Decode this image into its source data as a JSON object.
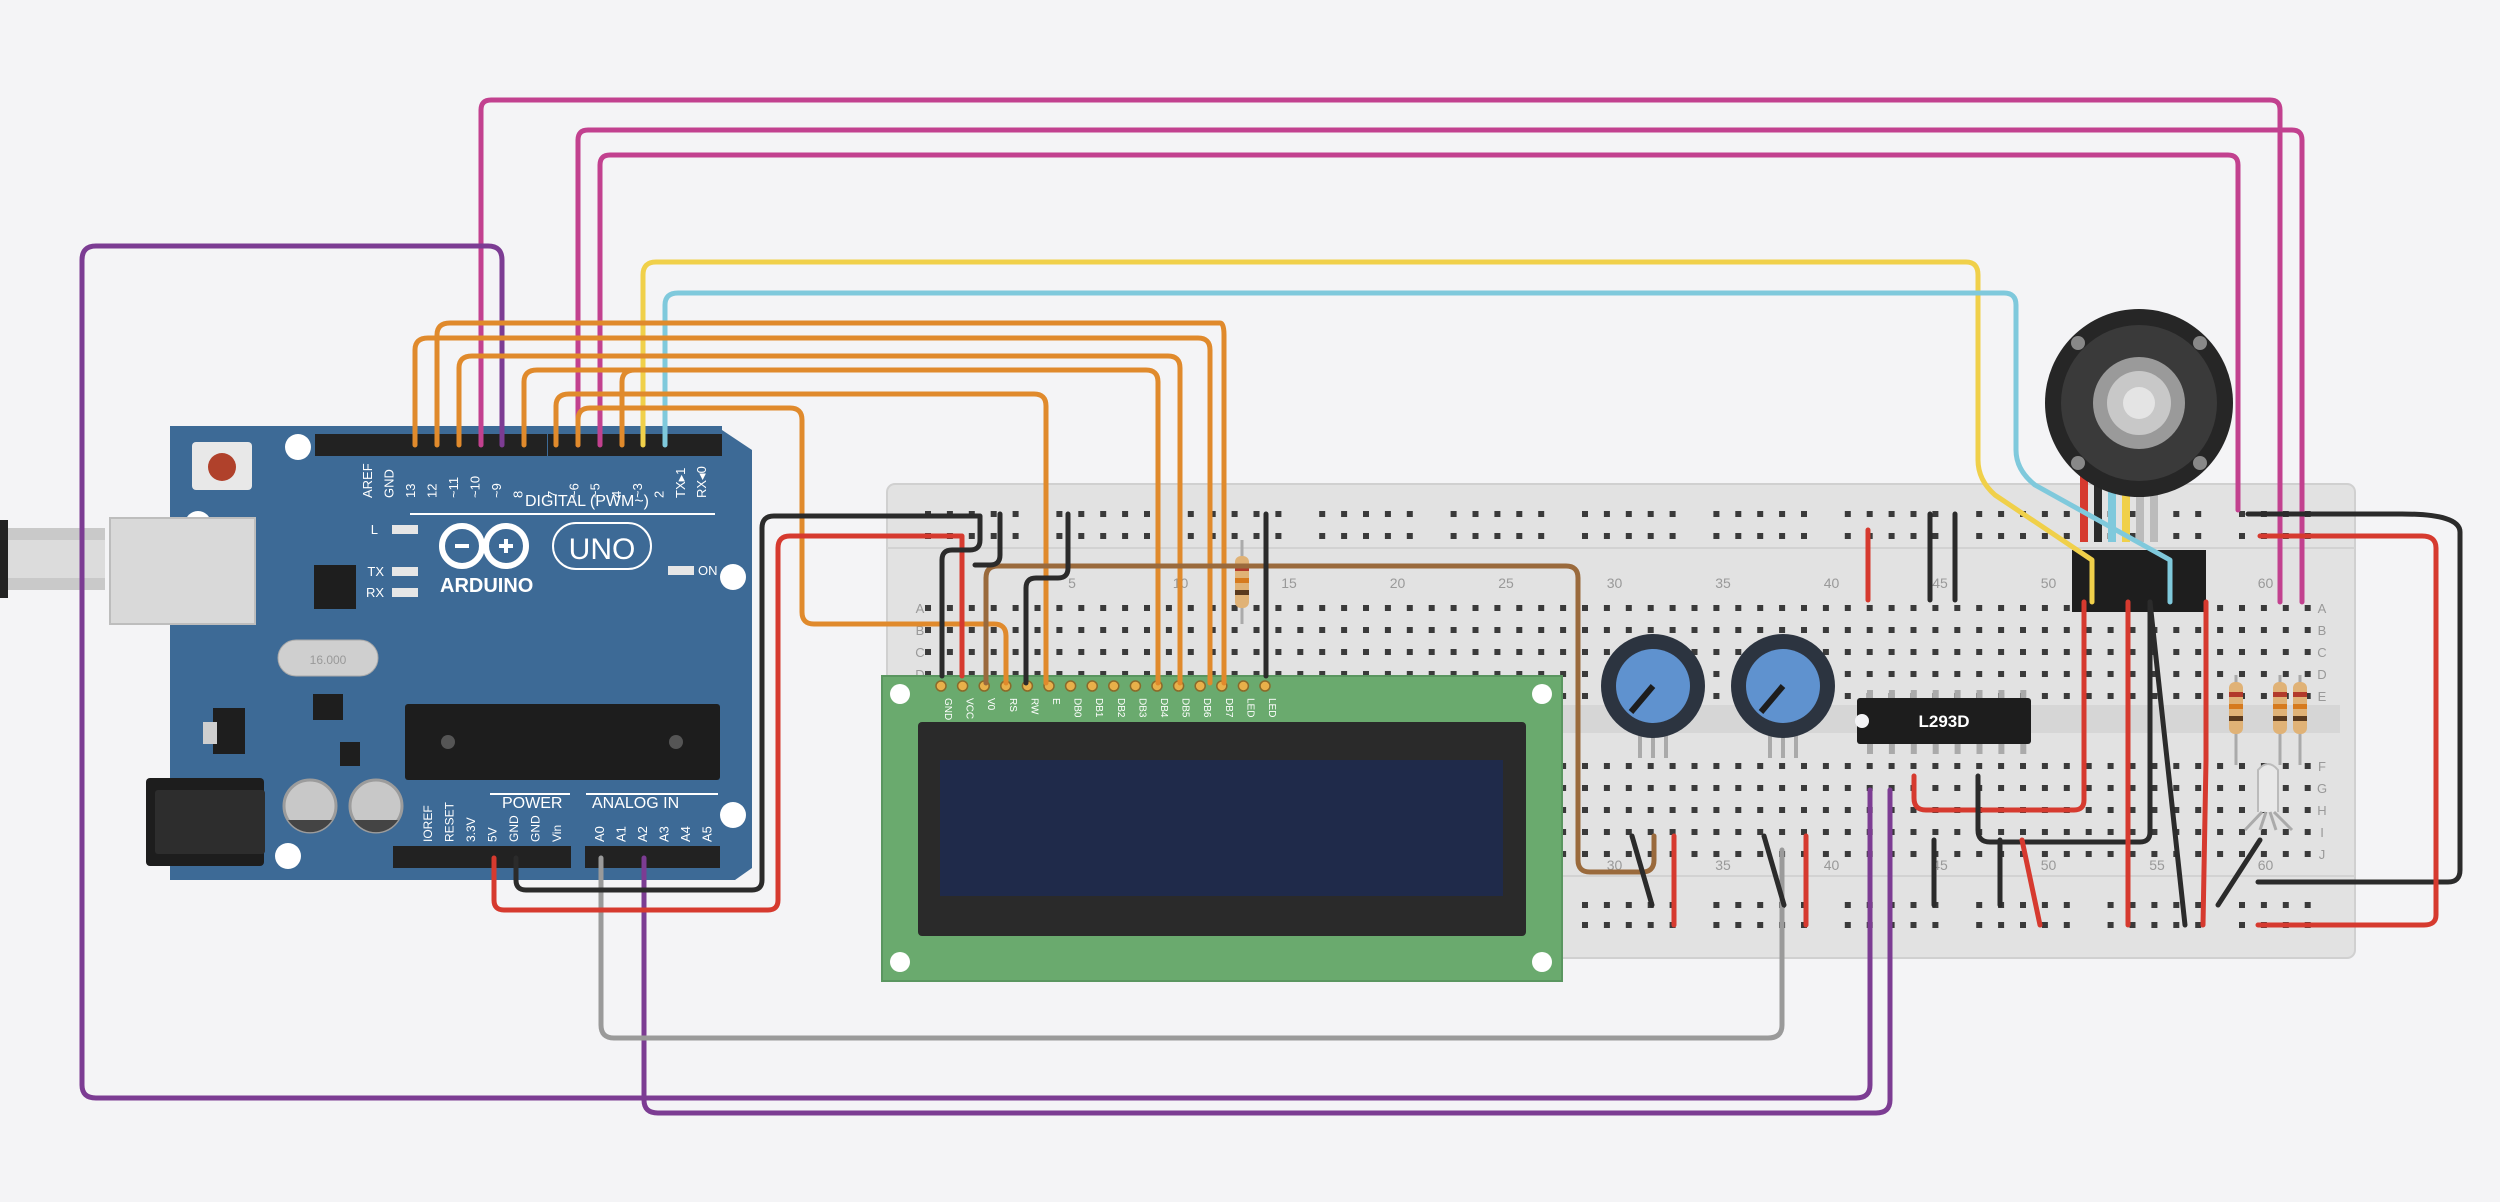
{
  "arduino": {
    "model": "UNO",
    "brand": "ARDUINO",
    "digital_header_label": "DIGITAL (PWM~)",
    "power_header_label": "POWER",
    "analog_header_label": "ANALOG IN",
    "led_labels": [
      "L",
      "TX",
      "RX"
    ],
    "on_label": "ON",
    "digital_pins": [
      "AREF",
      "GND",
      "13",
      "12",
      "~11",
      "~10",
      "~9",
      "8",
      "7",
      "~6",
      "~5",
      "4",
      "~3",
      "2",
      "TX▸1",
      "RX◂0"
    ],
    "power_pins": [
      "IOREF",
      "RESET",
      "3.3V",
      "5V",
      "GND",
      "GND",
      "Vin"
    ],
    "analog_pins": [
      "A0",
      "A1",
      "A2",
      "A3",
      "A4",
      "A5"
    ]
  },
  "breadboard": {
    "column_numbers": [
      "5",
      "10",
      "15",
      "20",
      "25",
      "30",
      "35",
      "40",
      "45",
      "50",
      "55",
      "60"
    ],
    "row_letters_top": [
      "A",
      "B",
      "C",
      "D",
      "E"
    ],
    "row_letters_bottom": [
      "F",
      "G",
      "H",
      "I",
      "J"
    ]
  },
  "lcd": {
    "pins": [
      "GND",
      "VCC",
      "V0",
      "RS",
      "RW",
      "E",
      "DB0",
      "DB1",
      "DB2",
      "DB3",
      "DB4",
      "DB5",
      "DB6",
      "DB7",
      "LED",
      "LED"
    ]
  },
  "ic": {
    "label": "L293D"
  },
  "colors": {
    "board": "#3d6a96",
    "lcd_pcb": "#6aaa6e",
    "lcd_screen": "#1f2a4a",
    "wire_orange": "#e08a2c",
    "wire_magenta": "#c2418f",
    "wire_purple": "#7c3c93",
    "wire_yellow": "#f0d04a",
    "wire_cyan": "#7fc9dc",
    "wire_red": "#d63a2f",
    "wire_black": "#2b2b2b",
    "wire_gray": "#9a9a9a",
    "wire_brown": "#9a6a3c"
  }
}
